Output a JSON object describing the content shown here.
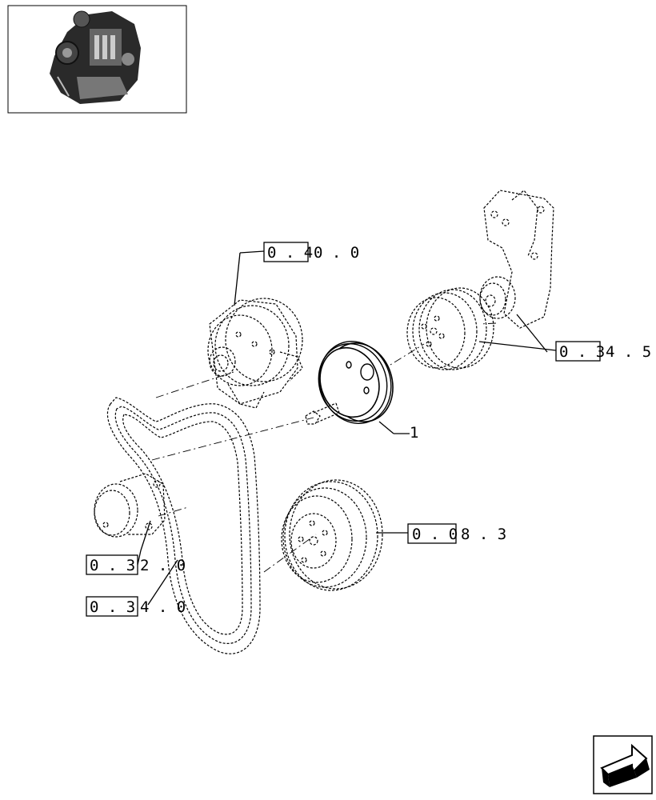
{
  "thumbnail": {
    "icon": "engine-thumbnail-icon"
  },
  "nav": {
    "icon": "previous-page-arrow-icon"
  },
  "callouts": [
    {
      "id": "c1",
      "boxed": "0 . 4",
      "rest": "0 . 0"
    },
    {
      "id": "c2",
      "boxed": "0 . 3",
      "rest": "4 . 5"
    },
    {
      "id": "c3",
      "boxed": "0 . 0",
      "rest": "8 . 3"
    },
    {
      "id": "c4",
      "boxed": "0 . 3",
      "rest": "2 . 0"
    },
    {
      "id": "c5",
      "boxed": "0 . 3",
      "rest": "4 . 0"
    }
  ],
  "item_label": "1"
}
